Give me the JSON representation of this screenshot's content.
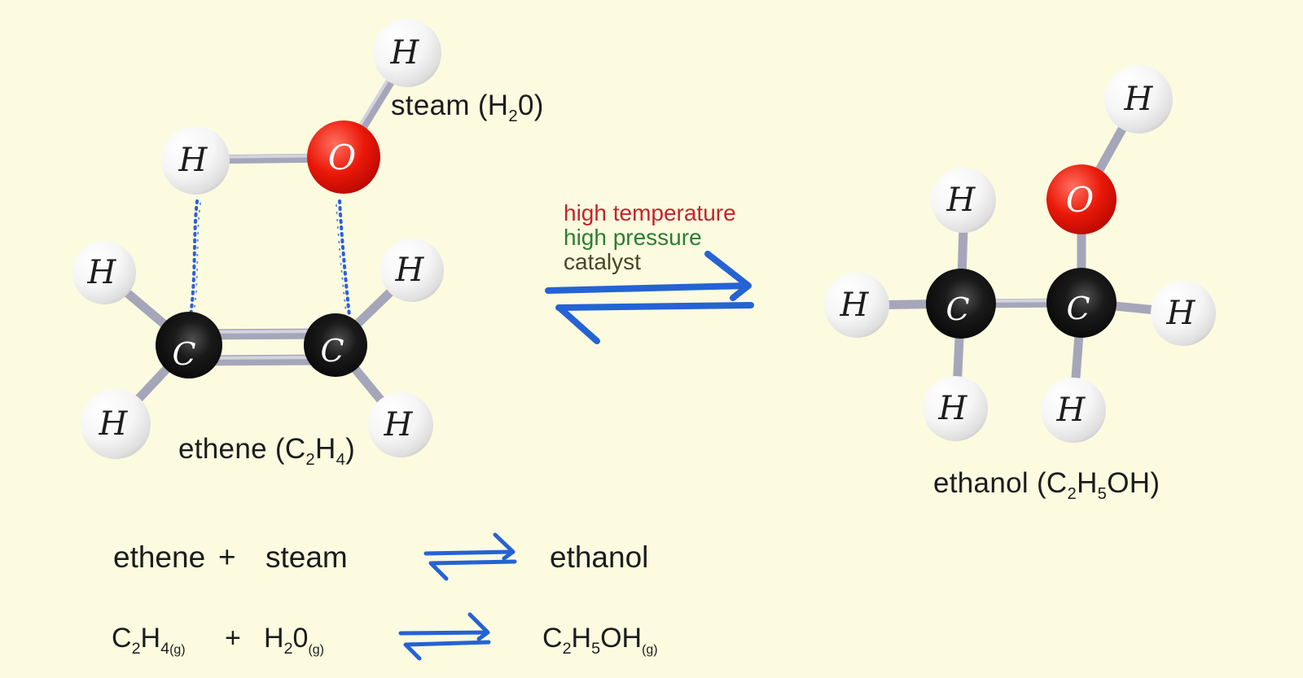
{
  "colors": {
    "background": "#fcfbe0",
    "arrow_blue": "#2563d4",
    "dotted_bond_blue": "#2a5fe0",
    "condition_red": "#c4242b",
    "condition_green": "#2c7d33",
    "condition_brown": "#4c4526",
    "oxygen_red": "#ea1808",
    "carbon_black": "#000000",
    "hydrogen_white": "#ffffff"
  },
  "atoms": {
    "hydrogen": "H",
    "carbon": "C",
    "oxygen": "O"
  },
  "molecule_labels": {
    "steam": [
      "steam (H",
      "2",
      "0)"
    ],
    "ethene": [
      "ethene (C",
      "2",
      "H",
      "4",
      ")"
    ],
    "ethanol": [
      "ethanol (C",
      "2",
      "H",
      "5",
      "OH)"
    ]
  },
  "conditions": [
    {
      "text": "high temperature"
    },
    {
      "text": "high pressure"
    },
    {
      "text": "catalyst"
    }
  ],
  "word_equation": {
    "reactant1": "ethene",
    "plus": "+",
    "reactant2": "steam",
    "product": "ethanol"
  },
  "symbol_equation": {
    "reactant1": [
      "C",
      "2",
      "H",
      "4",
      "(g)"
    ],
    "plus": "+",
    "reactant2": [
      "H",
      "2",
      "0",
      "(g)"
    ],
    "product": [
      "C",
      "2",
      "H",
      "5",
      "OH",
      "(g)"
    ]
  }
}
